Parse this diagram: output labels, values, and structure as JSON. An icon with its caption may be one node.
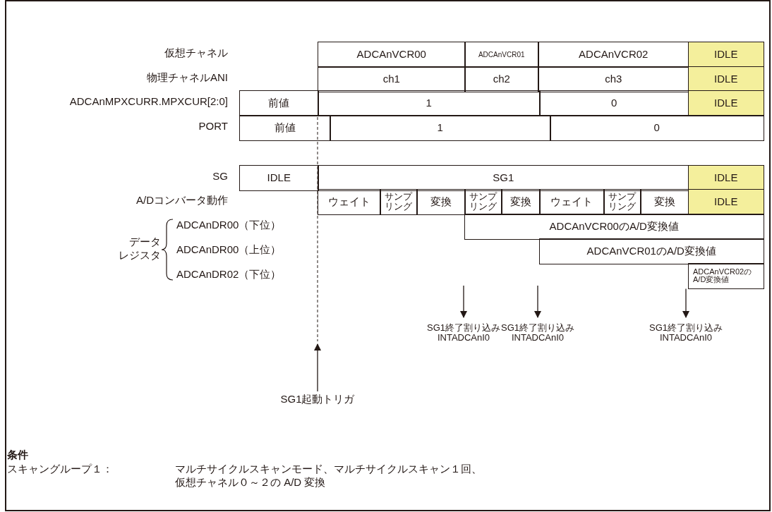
{
  "diagram": {
    "nodes": [
      {
        "text": [
          "ADCAnVCR00"
        ]
      },
      {
        "text": [
          "ADCAnVCR01"
        ]
      },
      {
        "text": [
          "ADCAnVCR02"
        ]
      },
      {
        "text": [
          "IDLE"
        ]
      },
      {
        "text": [
          "ch1"
        ]
      },
      {
        "text": [
          "ch2"
        ]
      },
      {
        "text": [
          "ch3"
        ]
      },
      {
        "text": [
          "IDLE"
        ]
      },
      {
        "text": [
          "前値"
        ]
      },
      {
        "text": [
          "1"
        ]
      },
      {
        "text": [
          "0"
        ]
      },
      {
        "text": [
          "IDLE"
        ]
      },
      {
        "text": [
          "前値"
        ]
      },
      {
        "text": [
          "1"
        ]
      },
      {
        "text": [
          "0"
        ]
      },
      {
        "text": [
          "IDLE"
        ]
      },
      {
        "text": [
          "SG1"
        ]
      },
      {
        "text": [
          "IDLE"
        ]
      },
      {
        "text": [
          "ウェイト"
        ]
      },
      {
        "text": [
          "サンプリング"
        ]
      },
      {
        "text": [
          "変換"
        ]
      },
      {
        "text": [
          "サンプリング"
        ]
      },
      {
        "text": [
          "変換"
        ]
      },
      {
        "text": [
          "ウェイト"
        ]
      },
      {
        "text": [
          "サンプリング"
        ]
      },
      {
        "text": [
          "変換"
        ]
      },
      {
        "text": [
          "IDLE"
        ]
      },
      {
        "text": [
          "ADCAnVCR00のA/D変換値"
        ]
      },
      {
        "text": [
          "ADCAnVCR01のA/D変換値"
        ]
      },
      {
        "text": [
          "ADCAnVCR02のA/D変換値"
        ]
      },
      {
        "text": [
          "SG1終了割り込み INTADCAnI0"
        ]
      },
      {
        "text": [
          "SG1終了割り込み INTADCAnI0"
        ]
      },
      {
        "text": [
          "SG1終了割り込み INTADCAnI0"
        ]
      },
      {
        "text": [
          "SG1起動トリガ"
        ]
      }
    ],
    "edges": [
      {
        "from": 33,
        "to": null,
        "arrow": "to"
      },
      {
        "from": null,
        "to": 30,
        "arrow": "to"
      },
      {
        "from": null,
        "to": 31,
        "arrow": "to"
      },
      {
        "from": 29,
        "to": 32,
        "arrow": "to"
      }
    ],
    "labels": [
      "仮想チャネル",
      "物理チャネルANI",
      "ADCAnMPXCURR.MPXCUR[2:0]",
      "PORT",
      "SG",
      "A/Dコンバータ動作",
      "データレジスタ",
      "ADCAnDR00（下位）",
      "ADCAnDR00（上位）",
      "ADCAnDR02（下位）",
      "条件",
      "スキャングループ１：",
      "マルチサイクルスキャンモード、マルチサイクルスキャン１回、仮想チャネル０～２の A/D 変換"
    ]
  }
}
